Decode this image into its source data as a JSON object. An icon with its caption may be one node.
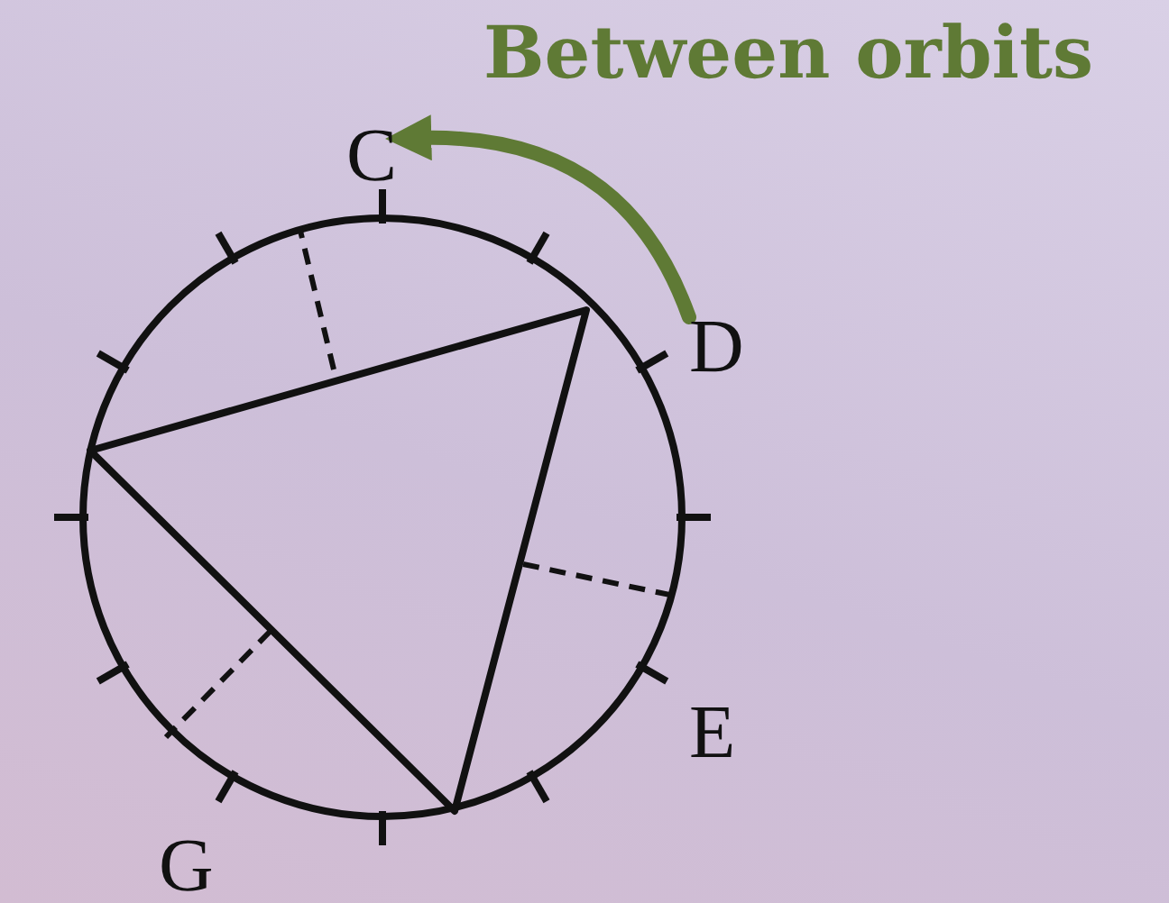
{
  "diagram": {
    "title": "Between orbits",
    "nodes": [
      {
        "text": [
          "C"
        ]
      },
      {
        "text": [
          "D"
        ]
      }
    ],
    "edges": [
      {
        "from": 1,
        "to": 0,
        "arrow": "to",
        "color": "#5f7a35"
      }
    ],
    "labels": [
      "E",
      "G"
    ]
  }
}
